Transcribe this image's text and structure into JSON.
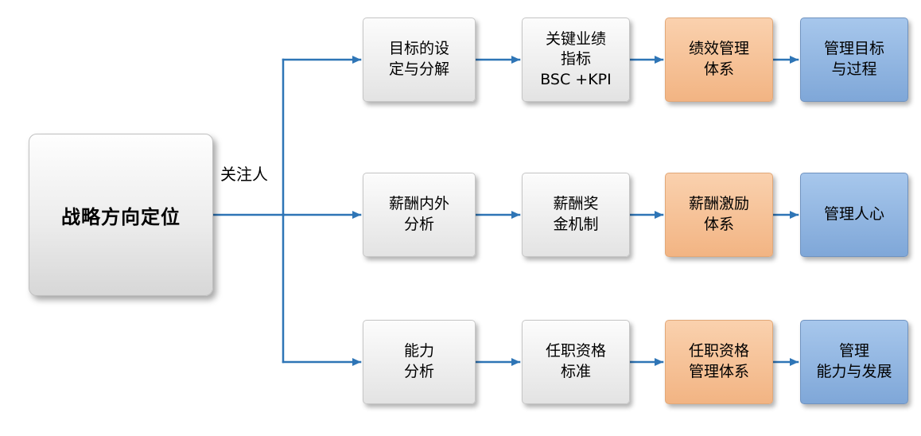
{
  "diagram": {
    "root_label": "战略方向定位",
    "branch_label": "关注人",
    "colors": {
      "arrow": "#2E75B6",
      "gray_box": "#e9e9e9",
      "orange_box": "#f2b483",
      "blue_box": "#7fa7d8",
      "text": "#000000"
    },
    "rows": [
      {
        "nodes": [
          {
            "label": "目标的设\n定与分解"
          },
          {
            "label": "关键业绩\n指标\nBSC +KPI"
          },
          {
            "label": "绩效管理\n体系"
          },
          {
            "label": "管理目标\n与过程"
          }
        ]
      },
      {
        "nodes": [
          {
            "label": "薪酬内外\n分析"
          },
          {
            "label": "薪酬奖\n金机制"
          },
          {
            "label": "薪酬激励\n体系"
          },
          {
            "label": "管理人心"
          }
        ]
      },
      {
        "nodes": [
          {
            "label": "能力\n分析"
          },
          {
            "label": "任职资格\n标准"
          },
          {
            "label": "任职资格\n管理体系"
          },
          {
            "label": "管理\n能力与发展"
          }
        ]
      }
    ]
  }
}
